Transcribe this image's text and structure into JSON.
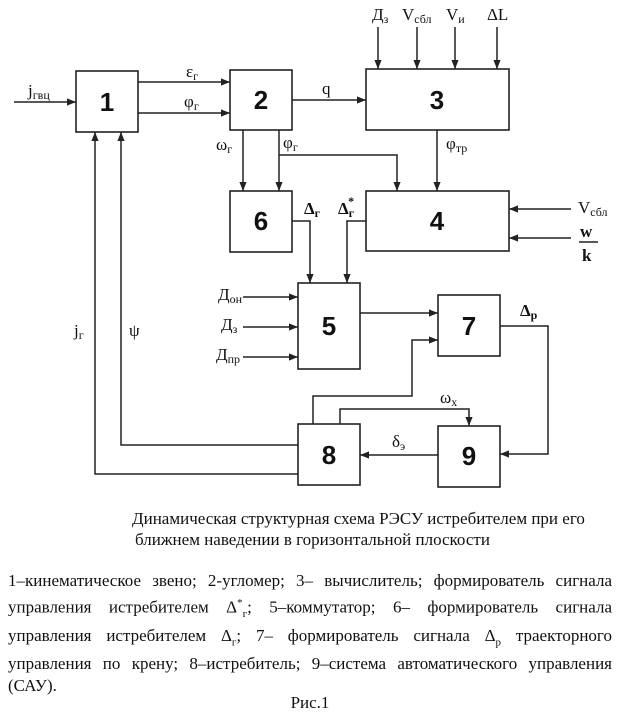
{
  "diagram": {
    "blocks": [
      {
        "id": "1",
        "label": "1"
      },
      {
        "id": "2",
        "label": "2"
      },
      {
        "id": "3",
        "label": "3"
      },
      {
        "id": "4",
        "label": "4"
      },
      {
        "id": "5",
        "label": "5"
      },
      {
        "id": "6",
        "label": "6"
      },
      {
        "id": "7",
        "label": "7"
      },
      {
        "id": "8",
        "label": "8"
      },
      {
        "id": "9",
        "label": "9"
      }
    ],
    "signals": {
      "j_gvc": {
        "main": "j",
        "sub": "гвц"
      },
      "eps_g": {
        "main": "ε",
        "sub": "г"
      },
      "phi_g_12": {
        "main": "φ",
        "sub": "г"
      },
      "q": {
        "main": "q",
        "sub": ""
      },
      "D_z_top": {
        "main": "Д",
        "sub": "з"
      },
      "V_sbl_top": {
        "main": "V",
        "sub": "сбл"
      },
      "V_i": {
        "main": "V",
        "sub": "и"
      },
      "delta_L": {
        "main": "ΔL",
        "sub": ""
      },
      "omega_g": {
        "main": "ω",
        "sub": "г"
      },
      "phi_g_2": {
        "main": "φ",
        "sub": "г"
      },
      "phi_tr": {
        "main": "φ",
        "sub": "тр"
      },
      "Delta_g": {
        "main": "Δ",
        "sub": "г"
      },
      "Delta_g_star": {
        "main": "Δ",
        "sub": "г",
        "sup": "*"
      },
      "V_sbl_right": {
        "main": "V",
        "sub": "сбл"
      },
      "w": {
        "main": "w"
      },
      "k": {
        "main": "k"
      },
      "D_on": {
        "main": "Д",
        "sub": "он"
      },
      "D_z_left": {
        "main": "Д",
        "sub": "з"
      },
      "D_pr": {
        "main": "Д",
        "sub": "пр"
      },
      "Delta_p": {
        "main": "Δ",
        "sub": "р"
      },
      "j_g": {
        "main": "j",
        "sub": "г"
      },
      "psi": {
        "main": "ψ",
        "sub": ""
      },
      "omega_x": {
        "main": "ω",
        "sub": "x"
      },
      "delta_e": {
        "main": "δ",
        "sub": "э"
      }
    }
  },
  "caption": {
    "line1": "Динамическая структурная схема РЭСУ истребителем при его",
    "line2": "ближнем наведении в горизонтальной плоскости"
  },
  "legend": {
    "part1": "1–кинематическое звено; 2-угломер; 3– вычислитель; формирователь сигнала управления истребителем Δ",
    "part1_sup": "*",
    "part1_sub": "г",
    "part2": "; 5–коммутатор; 6– формирователь сигнала управления истребителем Δ",
    "part2_sub": "г",
    "part3": "; 7– формирователь сигнала Δ",
    "part3_sub": "р",
    "part4": " траекторного управления по крену; 8–истребитель; 9–система автоматического управления (САУ)."
  },
  "figure_label": "Рис.1"
}
